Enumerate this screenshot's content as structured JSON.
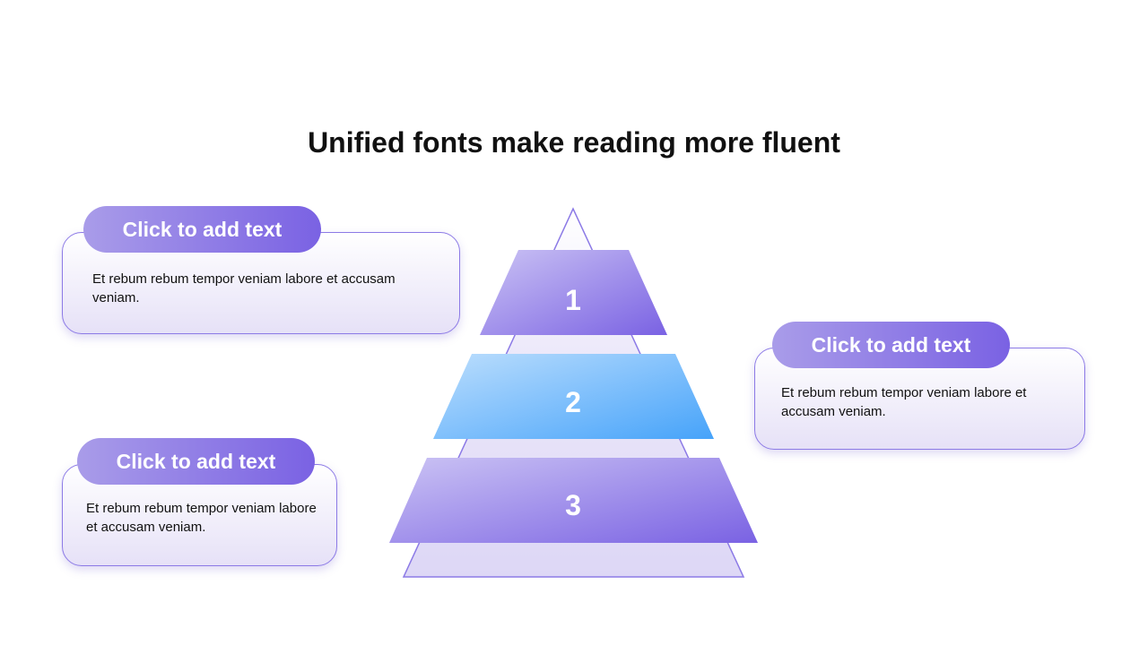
{
  "title": "Unified fonts make reading more fluent",
  "pyramid": {
    "tiers": [
      {
        "label": "1"
      },
      {
        "label": "2"
      },
      {
        "label": "3"
      }
    ]
  },
  "callouts": [
    {
      "title": "Click to add text",
      "body": "Et rebum rebum tempor veniam labore et accusam veniam."
    },
    {
      "title": "Click to add text",
      "body": "Et rebum rebum tempor veniam labore et accusam veniam."
    },
    {
      "title": "Click to add text",
      "body": "Et rebum rebum tempor veniam labore et accusam veniam."
    }
  ],
  "colors": {
    "purple_light": "#c9c1f3",
    "purple_dark": "#7a62e3",
    "blue_light": "#b9dcfd",
    "blue_dark": "#4aa6fb",
    "outline": "#8c7ae6"
  }
}
